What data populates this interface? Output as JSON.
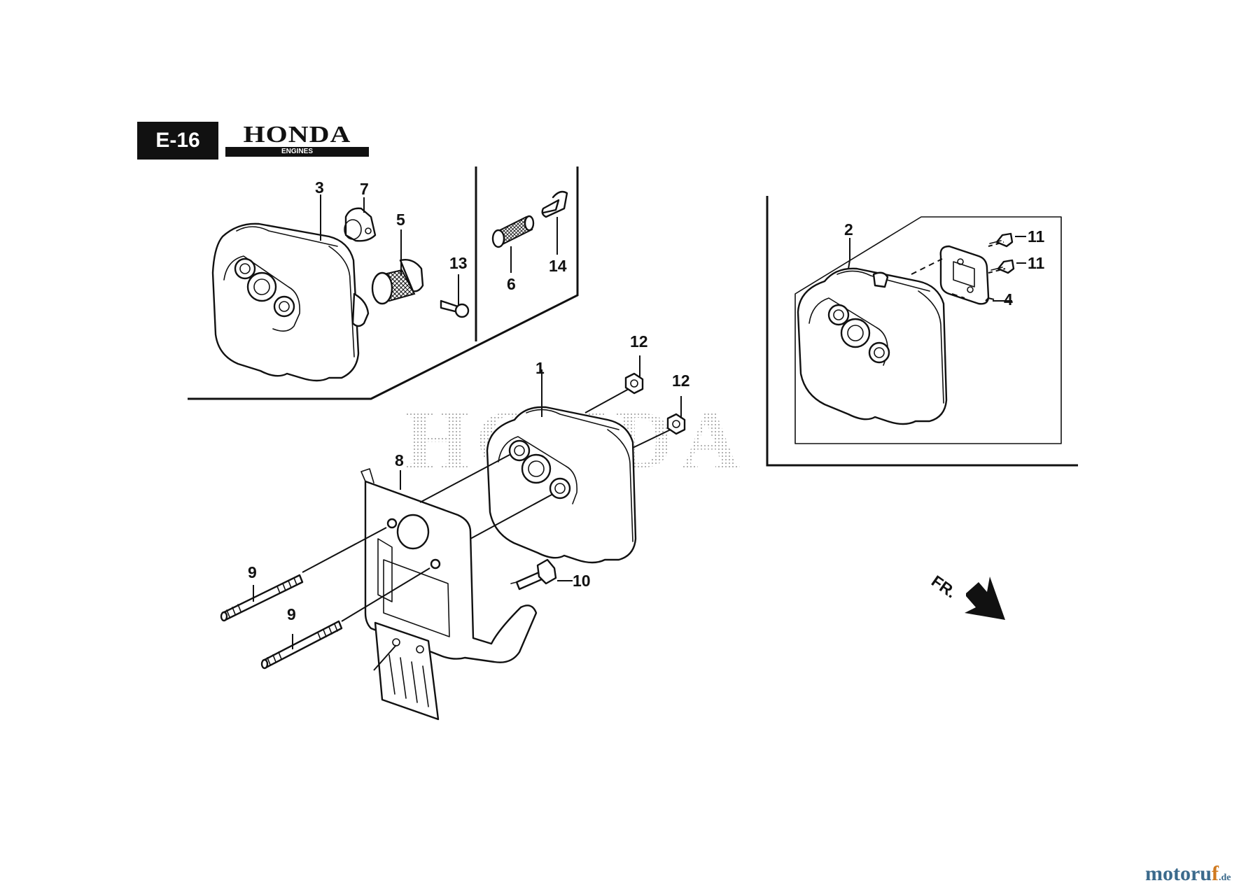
{
  "header": {
    "section_code": "E-16",
    "brand": "HONDA",
    "brand_sub": "ENGINES"
  },
  "callouts": {
    "p1": "1",
    "p2": "2",
    "p3": "3",
    "p4": "4",
    "p5": "5",
    "p6": "6",
    "p7": "7",
    "p8": "8",
    "p9a": "9",
    "p9b": "9",
    "p10": "10",
    "p11a": "11",
    "p11b": "11",
    "p12a": "12",
    "p12b": "12",
    "p13": "13",
    "p14": "14"
  },
  "direction_label": "FR.",
  "background_watermark": "HONDA",
  "site_watermark": {
    "main": "motoru",
    "accent": "f",
    "tld": ".de"
  },
  "colors": {
    "line": "#111111",
    "watermark_blue": "#3b6a8c",
    "watermark_orange": "#d07a20"
  }
}
